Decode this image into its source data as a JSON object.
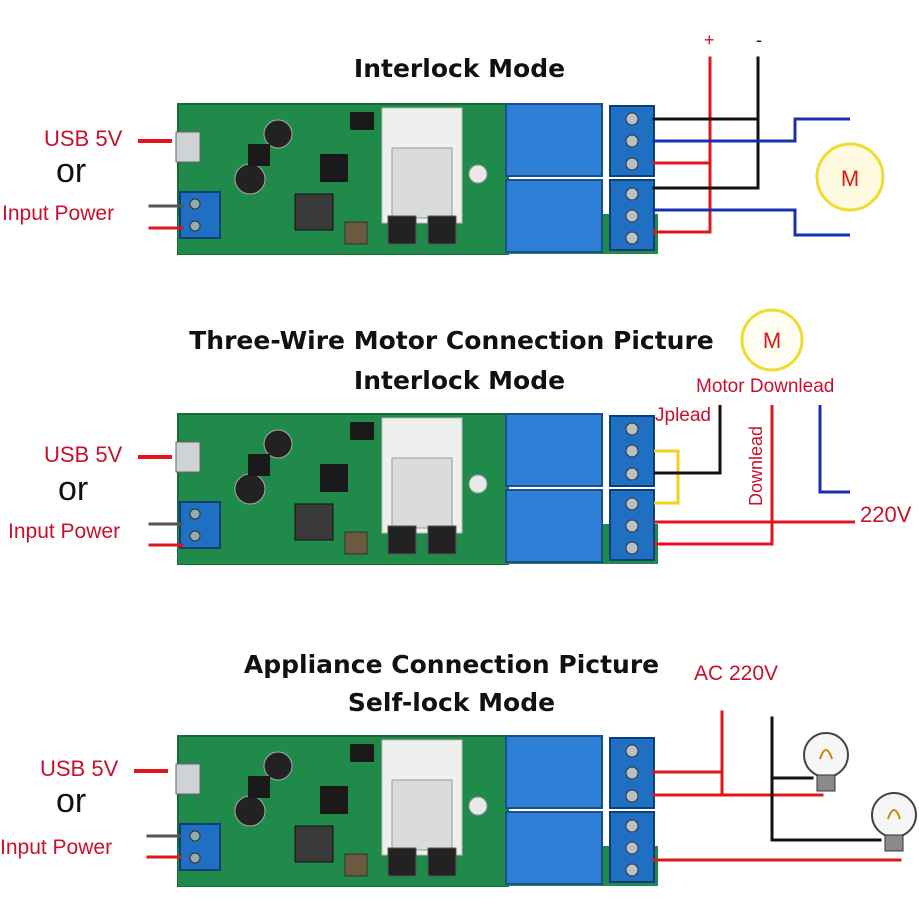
{
  "sections": [
    {
      "title_lines": [
        "Interlock Mode"
      ],
      "usb_label": "USB 5V",
      "or_label": "or",
      "power_label": "Input Power",
      "plus_label": "+",
      "minus_label": "-",
      "motor_label": "M"
    },
    {
      "title_lines": [
        "Three-Wire Motor Connection Picture",
        "Interlock Mode"
      ],
      "usb_label": "USB 5V",
      "or_label": "or",
      "power_label": "Input Power",
      "motor_label": "M",
      "motor_downlead_label": "Motor Downlead",
      "uplead_label": "Jplead",
      "downlead_label": "Downlead",
      "voltage_label": "220V"
    },
    {
      "title_lines": [
        "Appliance Connection Picture",
        "Self-lock Mode"
      ],
      "usb_label": "USB 5V",
      "or_label": "or",
      "power_label": "Input Power",
      "voltage_label": "AC 220V"
    }
  ],
  "colors": {
    "red_wire": "#e0161b",
    "black_wire": "#111111",
    "blue_wire": "#1a2fb0",
    "yellow_wire": "#f2d21b",
    "pcb_green": "#1f8a4a",
    "relay_blue": "#2e7fd6",
    "terminal_blue": "#1f6fc2",
    "label_red": "#c8102e"
  },
  "icons": [
    "usb-port-icon",
    "motor-icon",
    "light-bulb-icon",
    "relay-icon",
    "terminal-block-icon"
  ]
}
